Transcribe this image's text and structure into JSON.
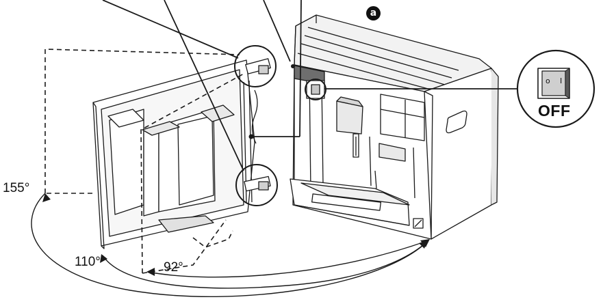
{
  "callouts": {
    "marker": "a",
    "switch_state": "OFF",
    "switch_symbol_off": "o",
    "switch_symbol_on": "I"
  },
  "door_angles": {
    "angle_155": "155°",
    "angle_110": "110°",
    "angle_92": "92°"
  },
  "colors": {
    "line": "#1a1a1a",
    "panel": "#ffffff",
    "shade_light": "#e9e9e9",
    "shade_mid": "#c7c7c7",
    "shade_dark": "#6e6e6e"
  }
}
